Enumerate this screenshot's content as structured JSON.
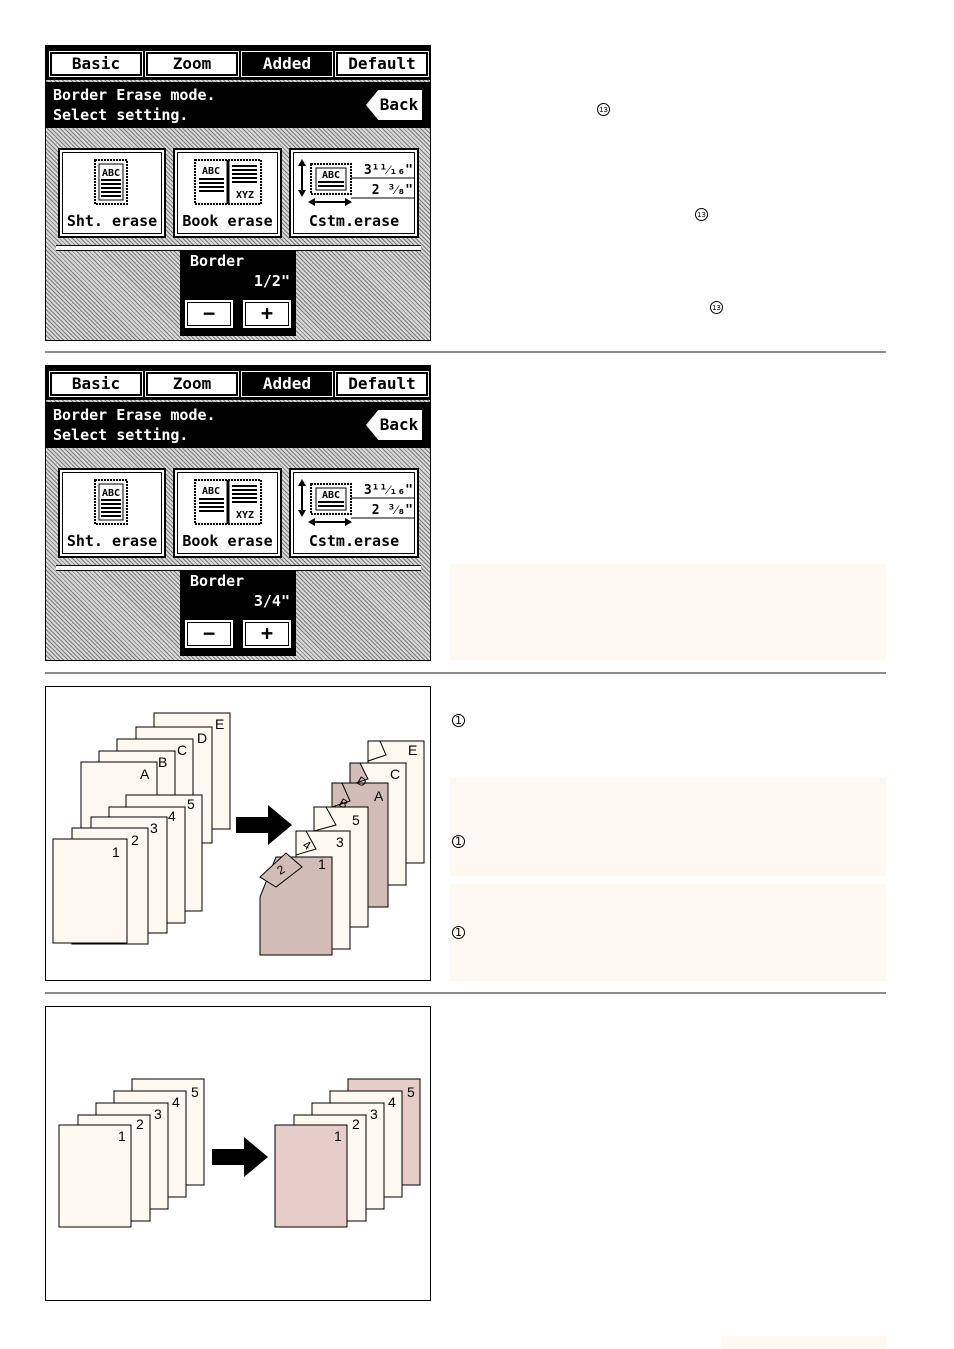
{
  "screens": [
    {
      "tabs": [
        "Basic",
        "Zoom",
        "Added",
        "Default"
      ],
      "active_tab": "Added",
      "message_line1": "Border Erase mode.",
      "message_line2": "Select setting.",
      "back_label": "Back",
      "buttons": [
        {
          "label": "Sht. erase",
          "icon_text": "ABC"
        },
        {
          "label": "Book erase",
          "icon_text": "ABC",
          "icon_text2": "XYZ"
        },
        {
          "label": "Cstm.erase",
          "icon_text": "ABC",
          "dim1": "3¹¹⁄₁₆\"",
          "dim2": "2 ³⁄₈\""
        }
      ],
      "border_label": "Border",
      "border_value": "1/2\"",
      "minus": "−",
      "plus": "+"
    },
    {
      "tabs": [
        "Basic",
        "Zoom",
        "Added",
        "Default"
      ],
      "active_tab": "Added",
      "message_line1": "Border Erase mode.",
      "message_line2": "Select setting.",
      "back_label": "Back",
      "buttons": [
        {
          "label": "Sht. erase",
          "icon_text": "ABC"
        },
        {
          "label": "Book erase",
          "icon_text": "ABC",
          "icon_text2": "XYZ"
        },
        {
          "label": "Cstm.erase",
          "icon_text": "ABC",
          "dim1": "3¹¹⁄₁₆\"",
          "dim2": "2 ³⁄₈\""
        }
      ],
      "border_label": "Border",
      "border_value": "3/4\"",
      "minus": "−",
      "plus": "+"
    }
  ],
  "markers": {
    "thirteen": "13",
    "one": "1"
  },
  "figure1": {
    "left_stack_letters": [
      "A",
      "B",
      "C",
      "D",
      "E"
    ],
    "left_stack_numbers": [
      "1",
      "2",
      "3",
      "4",
      "5"
    ],
    "right_letters": [
      "E",
      "C",
      "A",
      "D",
      "B"
    ],
    "right_numbers": [
      "5",
      "3",
      "1",
      "4",
      "2"
    ]
  },
  "figure2": {
    "left_numbers": [
      "1",
      "2",
      "3",
      "4",
      "5"
    ],
    "right_numbers": [
      "1",
      "2",
      "3",
      "4",
      "5"
    ]
  },
  "colors": {
    "sheet": "#fdf8f0",
    "shaded": "#d2bcb8",
    "shaded_light": "#e6cdc9",
    "note_bg": "#fdf9f2",
    "rule": "#8c8c8c"
  }
}
